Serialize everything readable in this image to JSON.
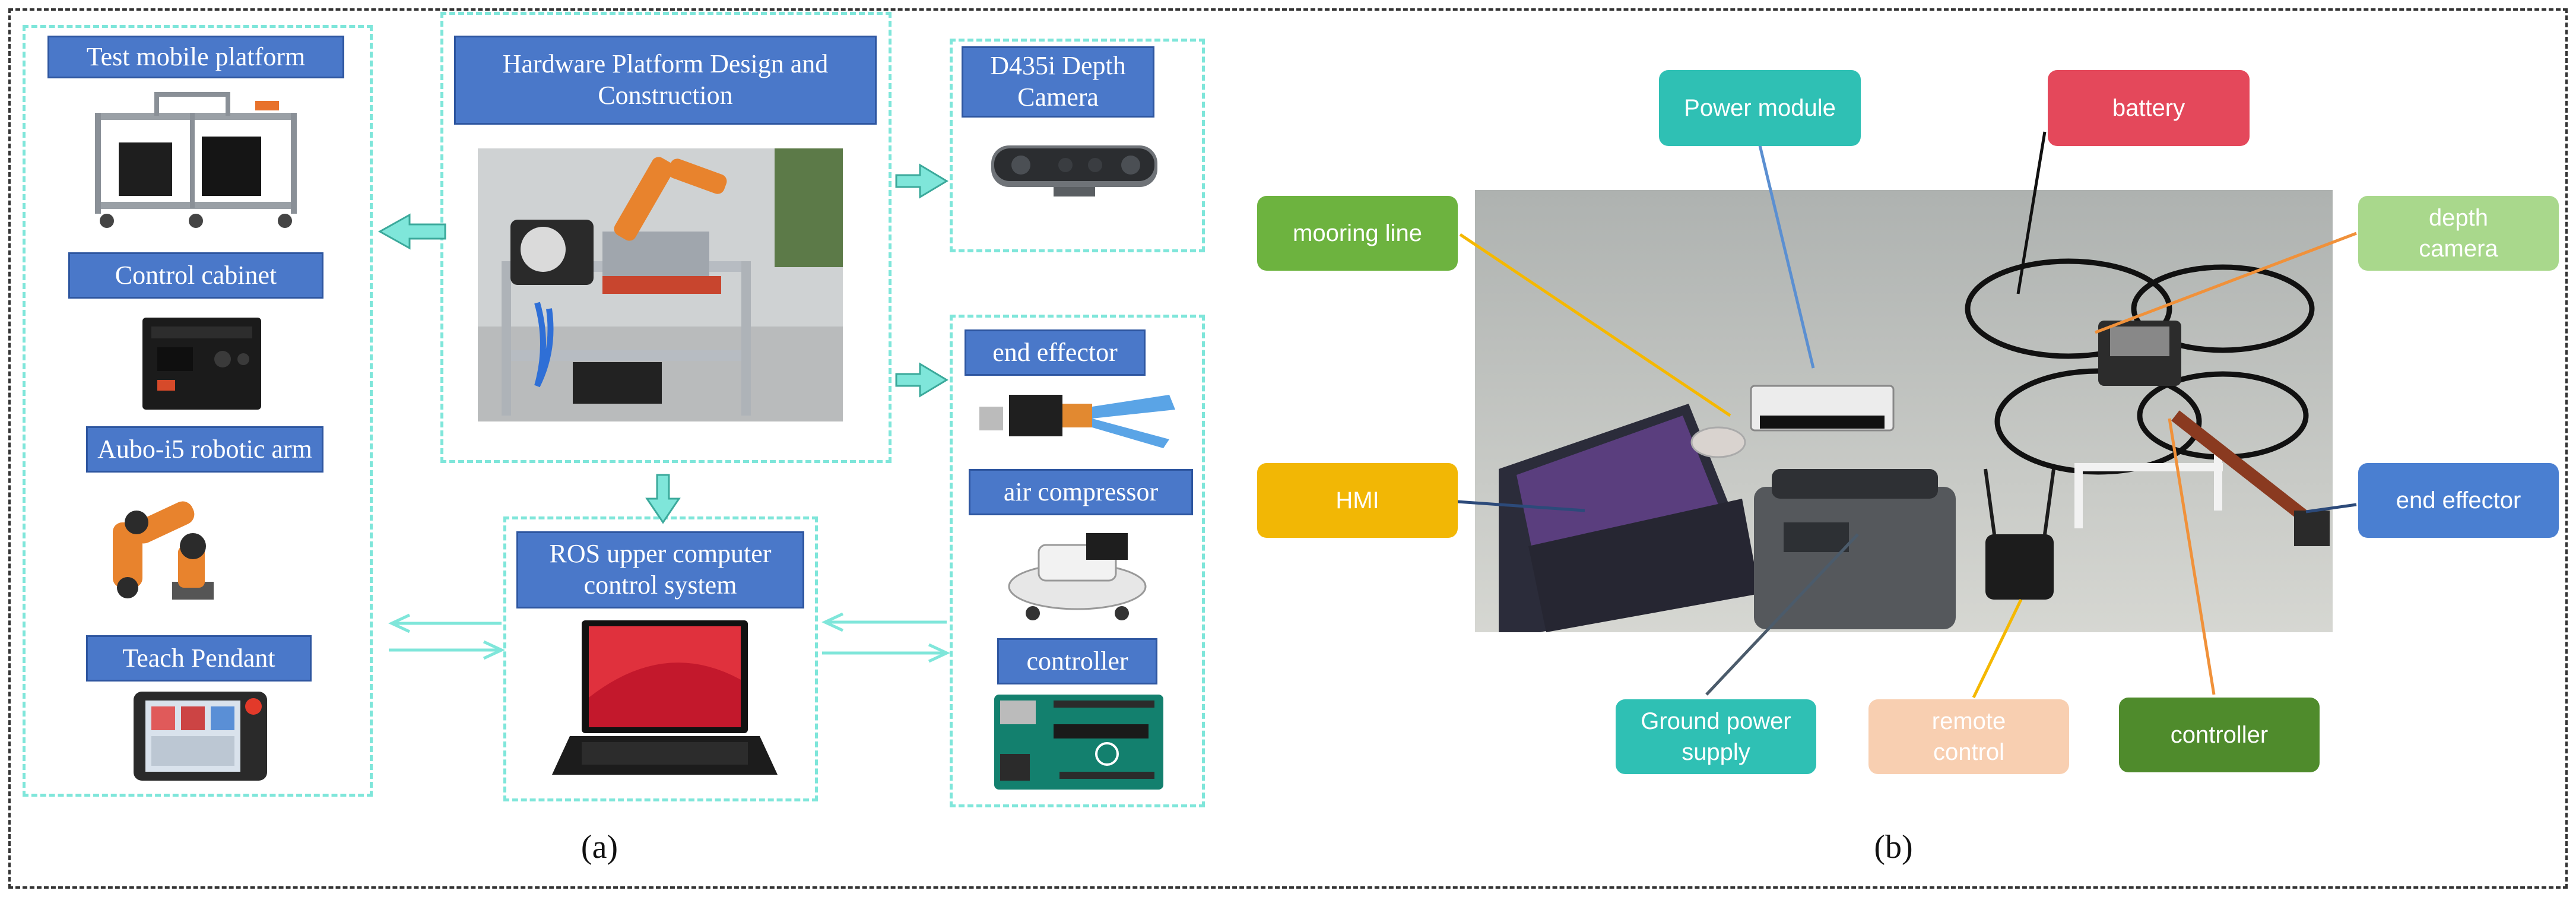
{
  "panel_a": {
    "caption": "(a)",
    "hardware": "Hardware Platform Design and Construction",
    "left_column": {
      "test_platform": "Test mobile platform",
      "control_cabinet": "Control cabinet",
      "robotic_arm": "Aubo-i5 robotic arm",
      "teach_pendant": "Teach Pendant"
    },
    "ros": "ROS upper computer control system",
    "depth_camera": "D435i Depth Camera",
    "right_column": {
      "end_effector": "end effector",
      "air_compressor": "air compressor",
      "controller": "controller"
    }
  },
  "panel_b": {
    "caption": "(b)",
    "labels": {
      "power_module": "Power module",
      "battery": "battery",
      "mooring_line": "mooring line",
      "depth_camera": "depth camera",
      "hmi": "HMI",
      "end_effector": "end effector",
      "ground_power": "Ground power supply",
      "remote_control": "remote control",
      "controller": "controller"
    },
    "colors": {
      "teal": "#2fc0b4",
      "red": "#e4485b",
      "green": "#6db33f",
      "light_green": "#a9d88c",
      "yellow": "#f2b705",
      "blue": "#4a7fd1",
      "peach": "#f8cfb1",
      "dark_green": "#4f8b2c",
      "connector_yellow": "#f5b800",
      "connector_blue": "#5b8fd1",
      "connector_orange": "#f0913a"
    }
  }
}
